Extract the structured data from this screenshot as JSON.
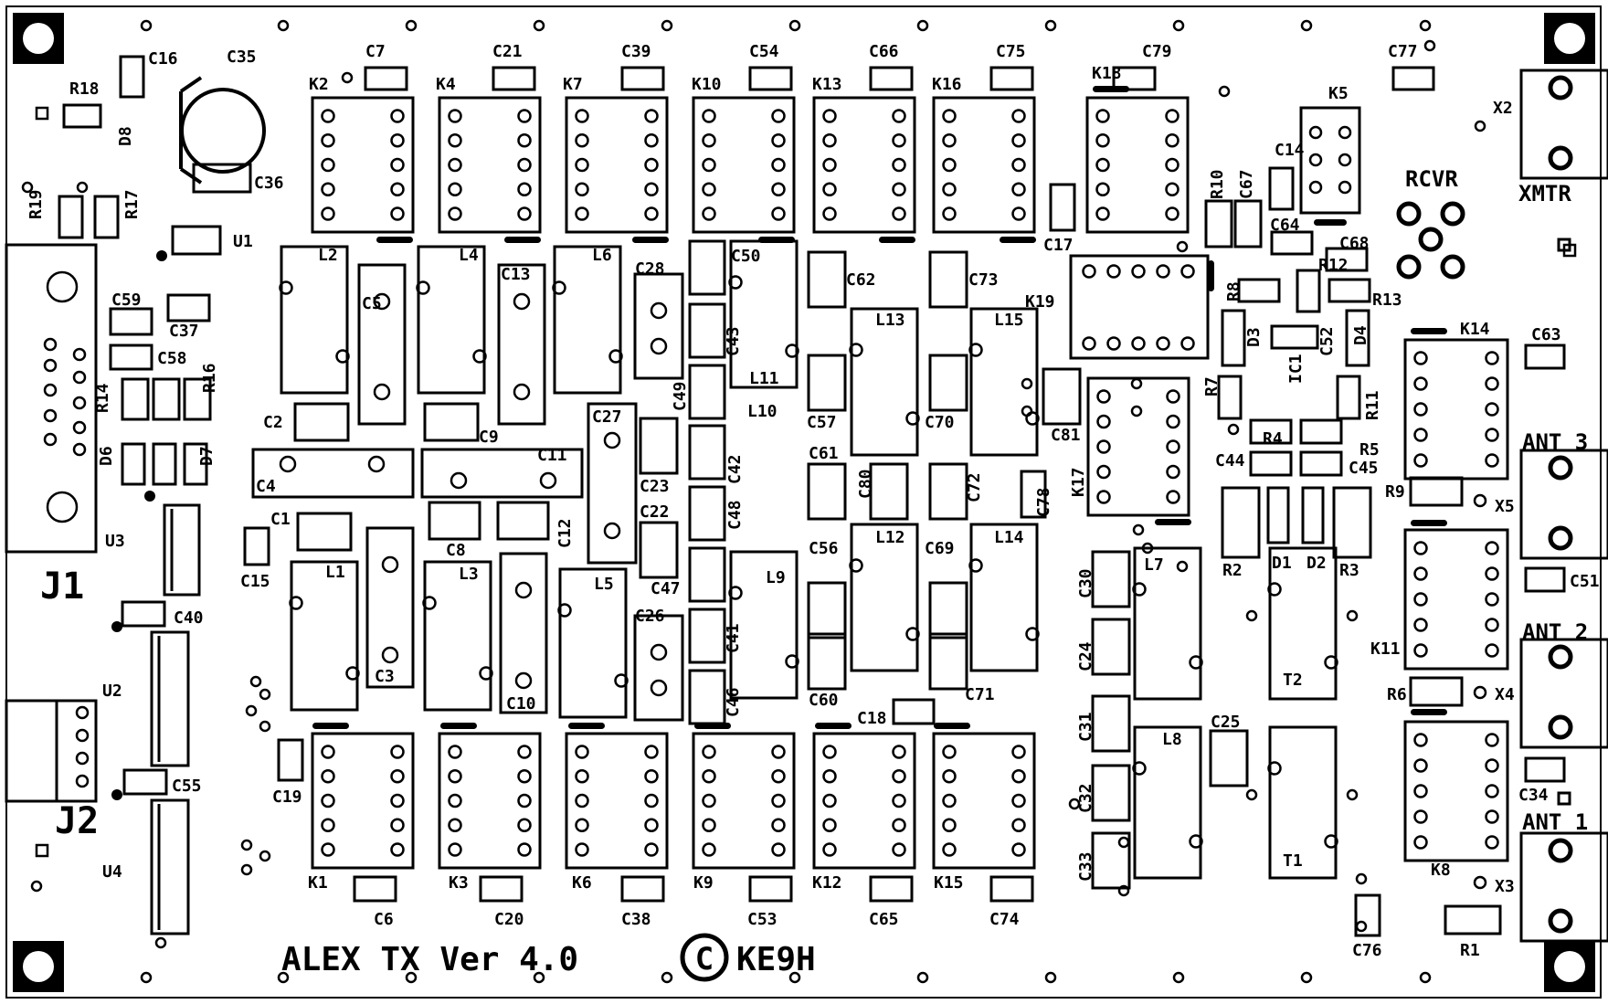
{
  "board": {
    "title": "ALEX TX Ver 4.0",
    "copyright_symbol": "C",
    "author": "KE9H",
    "colors": {
      "ink": "#000000",
      "background": "#ffffff"
    }
  },
  "labels": [
    "C16",
    "C35",
    "R18",
    "D8",
    "C36",
    "R19",
    "R17",
    "U1",
    "J1",
    "C59",
    "C37",
    "C58",
    "R14",
    "R16",
    "D6",
    "D7",
    "U3",
    "C15",
    "C40",
    "U2",
    "J2",
    "C55",
    "U4",
    "C7",
    "K2",
    "L2",
    "C5",
    "C2",
    "C4",
    "C1",
    "L1",
    "C3",
    "C19",
    "K1",
    "C6",
    "C21",
    "K4",
    "L4",
    "C13",
    "C9",
    "C11",
    "C8",
    "C12",
    "L3",
    "C10",
    "K3",
    "C20",
    "C39",
    "K7",
    "L6",
    "C28",
    "C27",
    "C23",
    "C22",
    "L5",
    "C26",
    "C47",
    "K6",
    "C38",
    "C54",
    "K10",
    "C50",
    "C43",
    "C49",
    "L11",
    "L10",
    "C42",
    "C48",
    "L9",
    "C41",
    "C46",
    "K9",
    "C53",
    "C66",
    "K13",
    "C62",
    "L13",
    "C57",
    "C61",
    "C80",
    "C56",
    "L12",
    "C60",
    "C18",
    "K12",
    "C65",
    "C75",
    "K16",
    "C73",
    "L15",
    "C70",
    "C72",
    "C69",
    "L14",
    "C71",
    "K15",
    "C74",
    "K18",
    "C79",
    "C17",
    "K19",
    "C81",
    "K17",
    "C78",
    "C30",
    "C24",
    "C31",
    "C32",
    "C33",
    "L7",
    "L8",
    "C25",
    "R10",
    "C67",
    "C14",
    "K5",
    "C64",
    "R12",
    "C68",
    "R8",
    "R13",
    "D3",
    "IC1",
    "C52",
    "D4",
    "R7",
    "R11",
    "R4",
    "R5",
    "C44",
    "C45",
    "R2",
    "D1",
    "D2",
    "R3",
    "T2",
    "T1",
    "C77",
    "RCVR",
    "X2",
    "XMTR",
    "K14",
    "C63",
    "ANT 3",
    "R9",
    "X5",
    "C51",
    "K11",
    "ANT 2",
    "R6",
    "X4",
    "C34",
    "ANT 1",
    "K8",
    "X3",
    "C76",
    "R1"
  ]
}
